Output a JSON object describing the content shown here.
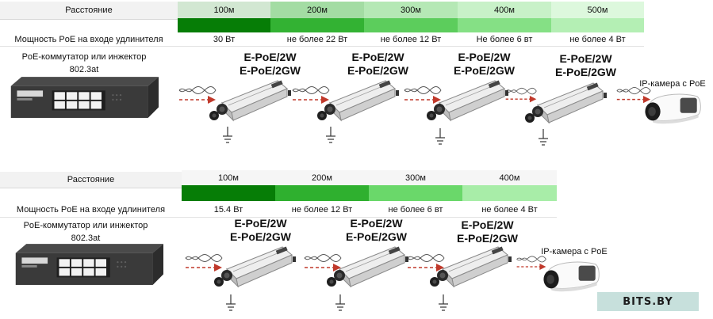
{
  "top": {
    "distance_label": "Расстояние",
    "power_label": "Мощность PoE на  входе   удлинителя",
    "segments": [
      {
        "distance": "100м",
        "power": "30 Вт",
        "color": "#067d06"
      },
      {
        "distance": "200м",
        "power": "не более 22 Вт",
        "color": "#33b233"
      },
      {
        "distance": "300м",
        "power": "не более 12 Вт",
        "color": "#5ccd5c"
      },
      {
        "distance": "400м",
        "power": "Не более 6 вт",
        "color": "#85e085"
      },
      {
        "distance": "500м",
        "power": "не более 4 Вт",
        "color": "#b4efb4"
      }
    ],
    "switch_caption_line1": "PoE-коммутатор или инжектор",
    "switch_caption_line2": "802.3at",
    "model_line1": "E-PoE/2W",
    "model_line2": "E-PoE/2GW",
    "camera_caption": "IP-камера с PoE"
  },
  "bottom": {
    "distance_label": "Расстояние",
    "power_label": "Мощность PoE на  входе   удлинителя",
    "segments": [
      {
        "distance": "100м",
        "power": "15.4 Вт",
        "color": "#067d06"
      },
      {
        "distance": "200м",
        "power": "не более 12 Вт",
        "color": "#2fb02f"
      },
      {
        "distance": "300м",
        "power": "не более 6 вт",
        "color": "#6ad86a"
      },
      {
        "distance": "400м",
        "power": "не более 4 Вт",
        "color": "#a8eda8"
      }
    ],
    "switch_caption_line1": "PoE-коммутатор или инжектор",
    "switch_caption_line2": "802.3at",
    "model_line1": "E-PoE/2W",
    "model_line2": "E-PoE/2GW",
    "camera_caption": "IP-камера с PoE"
  },
  "watermark": "BITS.BY",
  "icons": {
    "switch": "poe-switch-icon",
    "extender": "poe-extender-icon",
    "camera": "ip-camera-icon",
    "ground": "ground-icon",
    "cable": "twisted-pair-icon"
  }
}
